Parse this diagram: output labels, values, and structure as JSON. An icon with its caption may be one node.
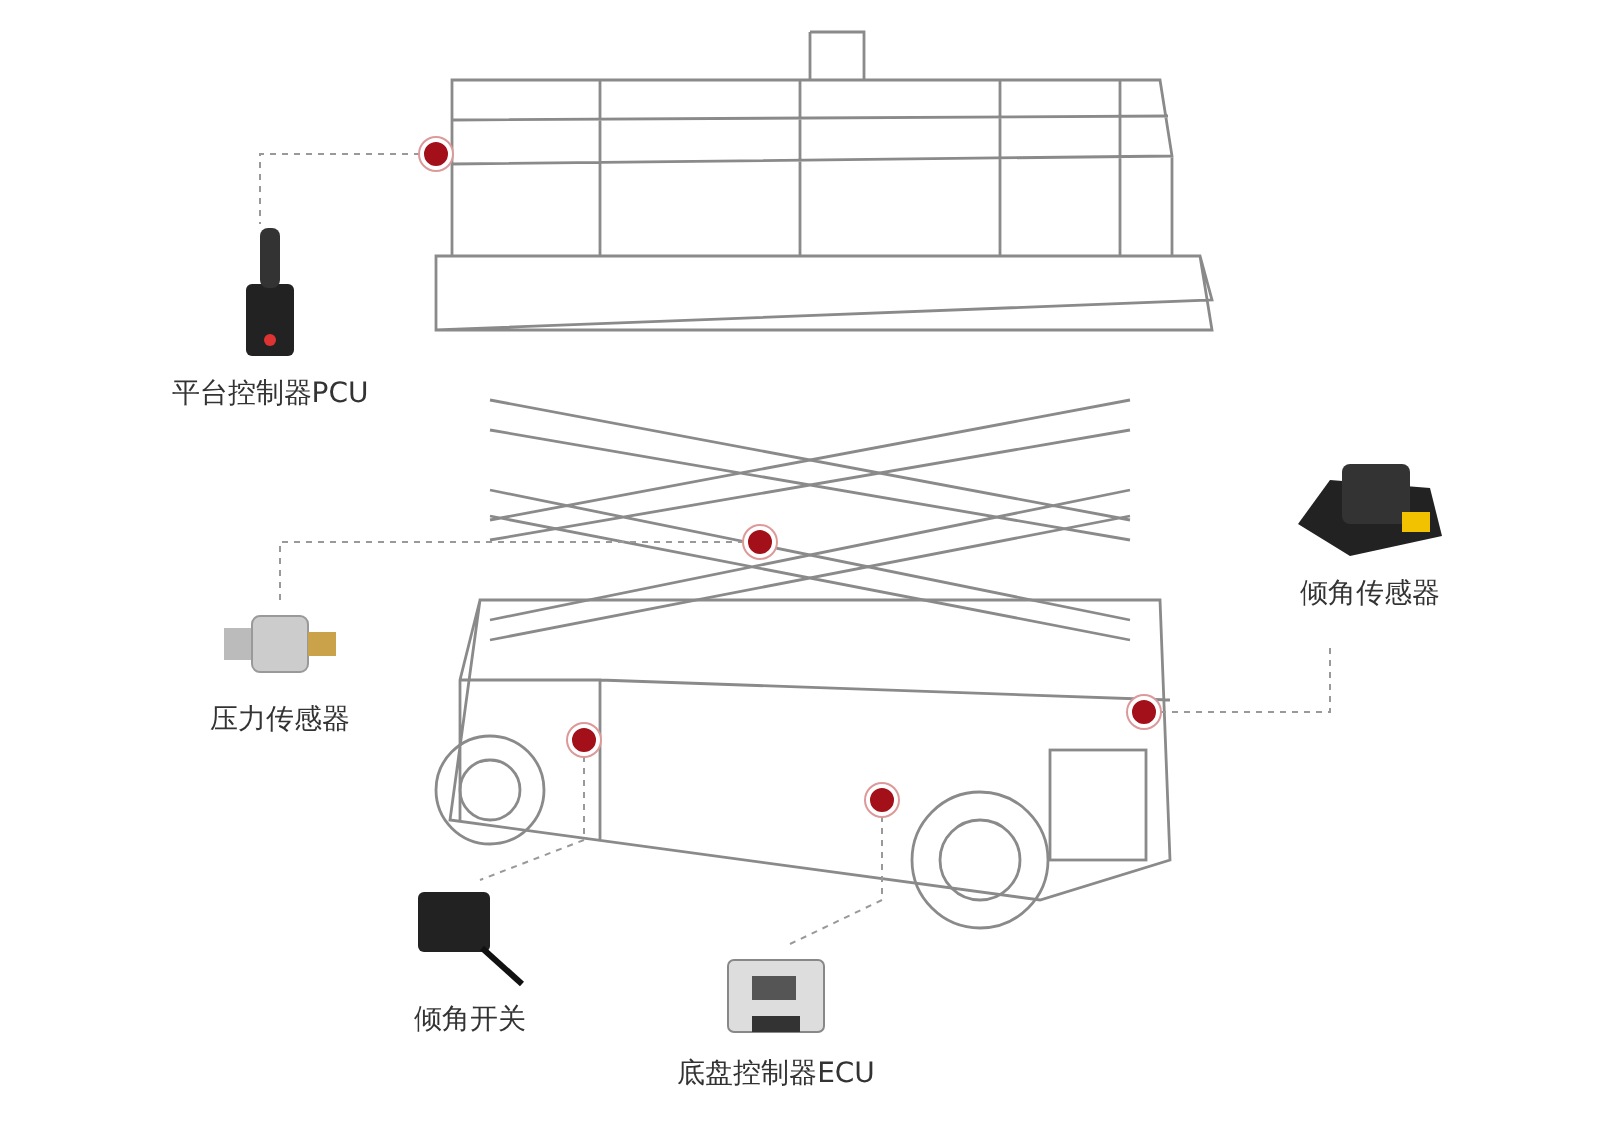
{
  "diagram": {
    "nodes": [
      {
        "text": [
          "平台控制器PCU"
        ]
      },
      {
        "text": [],
        "shape": "circle"
      },
      {
        "text": [
          "压力传感器"
        ]
      },
      {
        "text": [],
        "shape": "circle"
      },
      {
        "text": [
          "倾角传感器"
        ]
      },
      {
        "text": [],
        "shape": "circle"
      },
      {
        "text": [
          "倾角开关"
        ]
      },
      {
        "text": [],
        "shape": "circle"
      },
      {
        "text": [
          "底盘控制器ECU"
        ]
      },
      {
        "text": [],
        "shape": "circle"
      }
    ],
    "edges": [
      {
        "from": 0,
        "to": 1,
        "arrow": "none",
        "style": "dashed"
      },
      {
        "from": 2,
        "to": 3,
        "arrow": "none",
        "style": "dashed"
      },
      {
        "from": 4,
        "to": 5,
        "arrow": "none",
        "style": "dashed"
      },
      {
        "from": 6,
        "to": 7,
        "arrow": "none",
        "style": "dashed"
      },
      {
        "from": 8,
        "to": 9,
        "arrow": "none",
        "style": "dashed"
      }
    ]
  }
}
